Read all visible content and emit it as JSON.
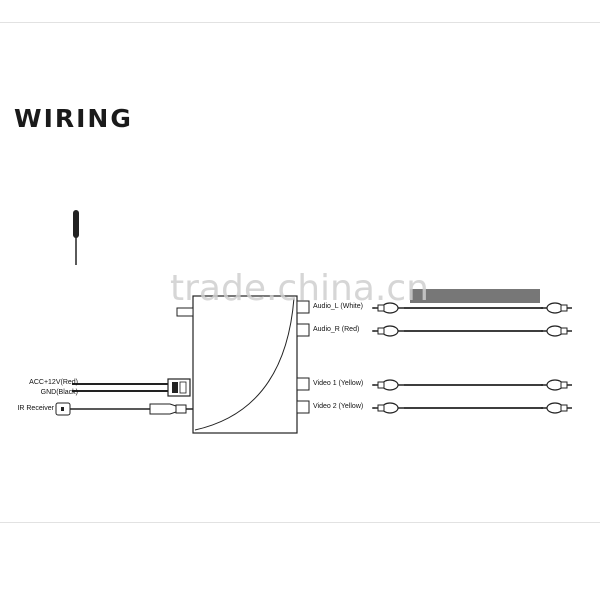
{
  "title": "WIRING",
  "watermark": "trade.china.cn",
  "left_labels": {
    "acc": "ACC+12V(Red)",
    "gnd": "GND(Black)",
    "ir": "IR Receiver"
  },
  "port_labels": {
    "audio_l": "Audio_L (White)",
    "audio_r": "Audio_R (Red)",
    "video1": "Video 1 (Yellow)",
    "video2": "Video 2 (Yellow)"
  },
  "colors": {
    "line": "#222222",
    "rule": "#e2e2e2",
    "watermark": "#cfcfcf"
  }
}
